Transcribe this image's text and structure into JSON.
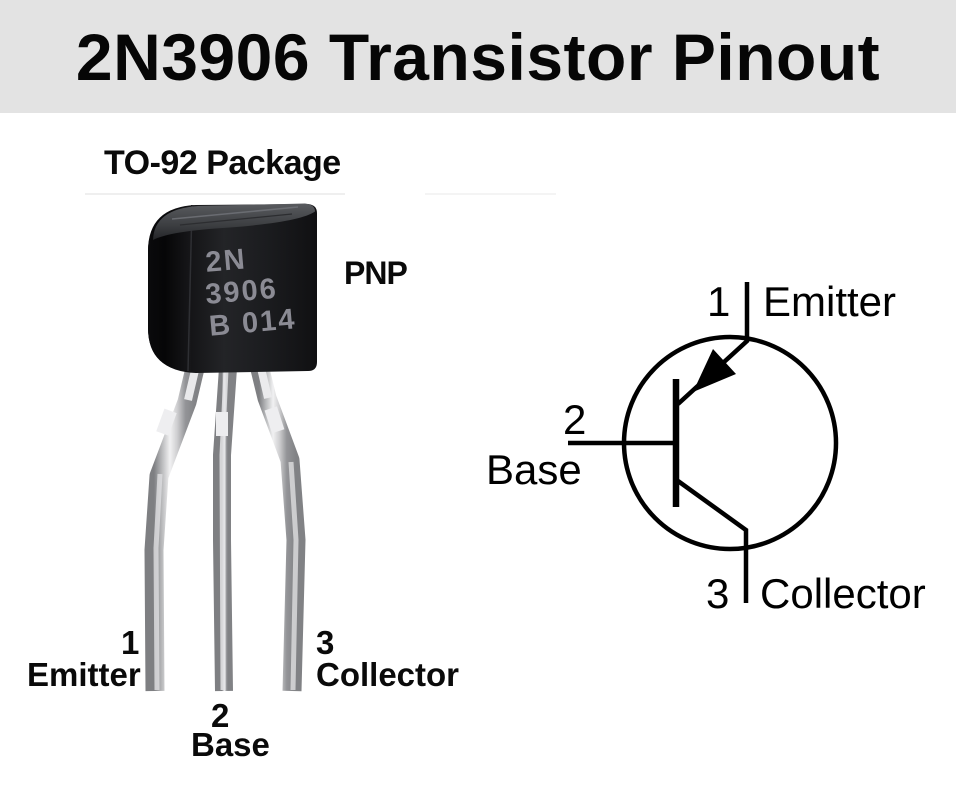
{
  "header": {
    "title": "2N3906 Transistor Pinout",
    "background": "#e3e3e3"
  },
  "photo": {
    "caption": "TO-92 Package",
    "type_label": "PNP",
    "package_marking": {
      "line1": "2N",
      "line2": "3906",
      "line3": "B 014"
    },
    "pins": [
      {
        "number": "1",
        "name": "Emitter"
      },
      {
        "number": "2",
        "name": "Base"
      },
      {
        "number": "3",
        "name": "Collector"
      }
    ]
  },
  "symbol": {
    "type": "PNP transistor schematic symbol",
    "pins": [
      {
        "number": "1",
        "name": "Emitter"
      },
      {
        "number": "2",
        "name": "Base"
      },
      {
        "number": "3",
        "name": "Collector"
      }
    ]
  },
  "colors": {
    "header_bg": "#e3e3e3",
    "body_black": "#141416",
    "marking_gray": "#8b8b94",
    "lead_silver": "#c9cacc",
    "line_black": "#000000"
  }
}
